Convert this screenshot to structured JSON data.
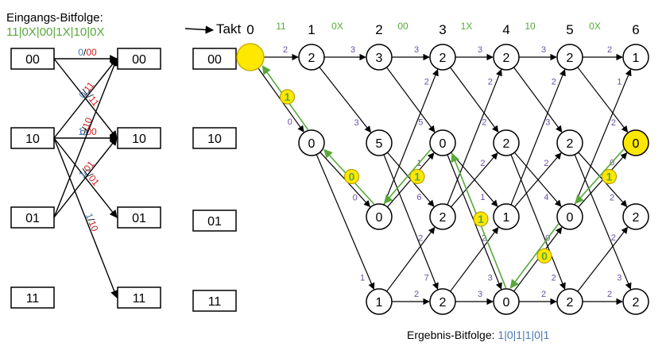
{
  "header": {
    "input_title": "Eingangs-Bitfolge:",
    "input_sequence": "11|0X|00|1X|10|0X",
    "takt_label": "Takt"
  },
  "time_steps": [
    "0",
    "1",
    "2",
    "3",
    "4",
    "5",
    "6"
  ],
  "inputs_per_step": [
    "11",
    "0X",
    "00",
    "1X",
    "10",
    "0X"
  ],
  "states": [
    "00",
    "10",
    "01",
    "11"
  ],
  "transitions": [
    {
      "from": "00",
      "to": "00",
      "bit": "0",
      "out": "00"
    },
    {
      "from": "00",
      "to": "10",
      "bit": "1",
      "out": "11"
    },
    {
      "from": "10",
      "to": "00",
      "bit": "0",
      "out": "11"
    },
    {
      "from": "10",
      "to": "10",
      "bit": "1",
      "out": "00"
    },
    {
      "from": "10",
      "to": "01",
      "bit": "0",
      "out": "01"
    },
    {
      "from": "10",
      "to": "11",
      "bit": "1",
      "out": "10"
    },
    {
      "from": "01",
      "to": "00",
      "bit": "0",
      "out": "10"
    },
    {
      "from": "01",
      "to": "10",
      "bit": "1",
      "out": "01"
    }
  ],
  "trellis": {
    "nodes": [
      {
        "id": "n0_00",
        "label": ""
      },
      {
        "id": "n1_00",
        "label": "2"
      },
      {
        "id": "n1_10",
        "label": "0"
      },
      {
        "id": "n2_00",
        "label": "3"
      },
      {
        "id": "n2_10",
        "label": "5"
      },
      {
        "id": "n2_01",
        "label": "0"
      },
      {
        "id": "n2_11",
        "label": "1"
      },
      {
        "id": "n3_00",
        "label": "2"
      },
      {
        "id": "n3_10",
        "label": "0"
      },
      {
        "id": "n3_01",
        "label": "2"
      },
      {
        "id": "n3_11",
        "label": "2"
      },
      {
        "id": "n4_00",
        "label": "2"
      },
      {
        "id": "n4_10",
        "label": "2"
      },
      {
        "id": "n4_01",
        "label": "1"
      },
      {
        "id": "n4_11",
        "label": "0"
      },
      {
        "id": "n5_00",
        "label": "2"
      },
      {
        "id": "n5_10",
        "label": "2"
      },
      {
        "id": "n5_01",
        "label": "0"
      },
      {
        "id": "n5_11",
        "label": "2"
      },
      {
        "id": "n6_00",
        "label": "1"
      },
      {
        "id": "n6_10",
        "label": "0"
      },
      {
        "id": "n6_01",
        "label": "2"
      },
      {
        "id": "n6_11",
        "label": "2"
      }
    ],
    "edges": [
      {
        "from": "n0_00",
        "to": "n1_00",
        "metric": "2"
      },
      {
        "from": "n0_00",
        "to": "n1_10",
        "metric": "0"
      },
      {
        "from": "n1_00",
        "to": "n2_00",
        "metric": "3"
      },
      {
        "from": "n1_00",
        "to": "n2_10",
        "metric": "3"
      },
      {
        "from": "n1_10",
        "to": "n2_01",
        "metric": "0"
      },
      {
        "from": "n1_10",
        "to": "n2_11",
        "metric": "1"
      },
      {
        "from": "n2_00",
        "to": "n3_00",
        "metric": "3"
      },
      {
        "from": "n2_00",
        "to": "n3_10",
        "metric": "5"
      },
      {
        "from": "n2_10",
        "to": "n3_01",
        "metric": "6"
      },
      {
        "from": "n2_10",
        "to": "n3_11",
        "metric": "7"
      },
      {
        "from": "n2_01",
        "to": "n3_00",
        "metric": "2"
      },
      {
        "from": "n2_01",
        "to": "n3_10",
        "metric": "1"
      },
      {
        "from": "n2_11",
        "to": "n3_01",
        "metric": "2"
      },
      {
        "from": "n2_11",
        "to": "n3_11",
        "metric": "2"
      },
      {
        "from": "n3_00",
        "to": "n4_00",
        "metric": "3"
      },
      {
        "from": "n3_00",
        "to": "n4_10",
        "metric": "2"
      },
      {
        "from": "n3_10",
        "to": "n4_01",
        "metric": "1"
      },
      {
        "from": "n3_10",
        "to": "n4_11",
        "metric": "3"
      },
      {
        "from": "n3_01",
        "to": "n4_00",
        "metric": "2"
      },
      {
        "from": "n3_01",
        "to": "n4_10",
        "metric": "2"
      },
      {
        "from": "n3_11",
        "to": "n4_01",
        "metric": "2"
      },
      {
        "from": "n3_11",
        "to": "n4_11",
        "metric": "3"
      },
      {
        "from": "n4_00",
        "to": "n5_00",
        "metric": "3"
      },
      {
        "from": "n4_00",
        "to": "n5_10",
        "metric": "3"
      },
      {
        "from": "n4_10",
        "to": "n5_01",
        "metric": "4"
      },
      {
        "from": "n4_10",
        "to": "n5_11",
        "metric": "2"
      },
      {
        "from": "n4_01",
        "to": "n5_00",
        "metric": "2"
      },
      {
        "from": "n4_01",
        "to": "n5_10",
        "metric": "2"
      },
      {
        "from": "n4_11",
        "to": "n5_01",
        "metric": "0"
      },
      {
        "from": "n4_11",
        "to": "n5_11",
        "metric": "2"
      },
      {
        "from": "n5_00",
        "to": "n6_00",
        "metric": "2"
      },
      {
        "from": "n5_00",
        "to": "n6_10",
        "metric": "2"
      },
      {
        "from": "n5_10",
        "to": "n6_01",
        "metric": "2"
      },
      {
        "from": "n5_10",
        "to": "n6_11",
        "metric": "3"
      },
      {
        "from": "n5_01",
        "to": "n6_00",
        "metric": "1"
      },
      {
        "from": "n5_01",
        "to": "n6_10",
        "metric": "0"
      },
      {
        "from": "n5_11",
        "to": "n6_01",
        "metric": "2"
      },
      {
        "from": "n5_11",
        "to": "n6_11",
        "metric": "2"
      }
    ],
    "survivor_path": [
      "n6_10",
      "n5_01",
      "n4_11",
      "n3_10",
      "n2_01",
      "n1_10",
      "n0_00"
    ],
    "decoded_bits": [
      "1",
      "0",
      "1",
      "1",
      "0",
      "1"
    ]
  },
  "footer": {
    "result_label": "Ergebnis-Bitfolge: ",
    "result_bits": "1|0|1|1|0|1"
  },
  "colors": {
    "green": "#58a83a",
    "red": "#d02020",
    "blue": "#4a77b3",
    "purple": "#6a4fa3",
    "yellow": "#ffe800",
    "black": "#000000"
  }
}
